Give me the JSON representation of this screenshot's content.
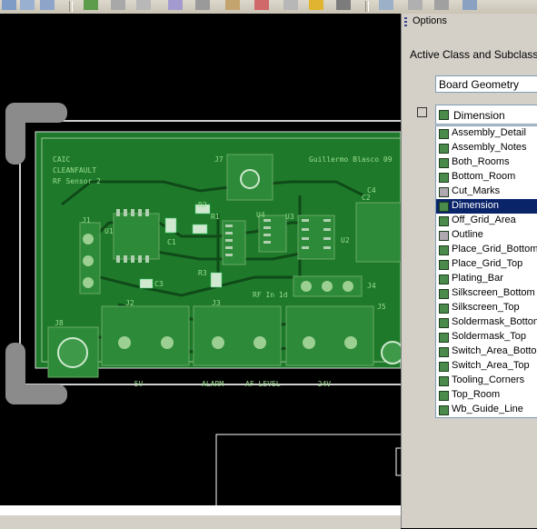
{
  "panel": {
    "title": "Options",
    "active_class_label": "Active Class and Subclass:",
    "class_value": "Board Geometry",
    "subclass_value": "Dimension"
  },
  "subclasses": [
    {
      "label": "Assembly_Detail",
      "swatch": "#4a8a4a"
    },
    {
      "label": "Assembly_Notes",
      "swatch": "#4a8a4a"
    },
    {
      "label": "Both_Rooms",
      "swatch": "#4a8a4a"
    },
    {
      "label": "Bottom_Room",
      "swatch": "#4a8a4a"
    },
    {
      "label": "Cut_Marks",
      "swatch": "#b0a8b0"
    },
    {
      "label": "Dimension",
      "swatch": "#4a8a4a",
      "selected": true
    },
    {
      "label": "Off_Grid_Area",
      "swatch": "#4a8a4a"
    },
    {
      "label": "Outline",
      "swatch": "#b0a8b0"
    },
    {
      "label": "Place_Grid_Bottom",
      "swatch": "#4a8a4a"
    },
    {
      "label": "Place_Grid_Top",
      "swatch": "#4a8a4a"
    },
    {
      "label": "Plating_Bar",
      "swatch": "#4a8a4a"
    },
    {
      "label": "Silkscreen_Bottom",
      "swatch": "#4a8a4a"
    },
    {
      "label": "Silkscreen_Top",
      "swatch": "#4a8a4a"
    },
    {
      "label": "Soldermask_Bottom",
      "swatch": "#4a8a4a"
    },
    {
      "label": "Soldermask_Top",
      "swatch": "#4a8a4a"
    },
    {
      "label": "Switch_Area_Bottom",
      "swatch": "#4a8a4a"
    },
    {
      "label": "Switch_Area_Top",
      "swatch": "#4a8a4a"
    },
    {
      "label": "Tooling_Corners",
      "swatch": "#4a8a4a"
    },
    {
      "label": "Top_Room",
      "swatch": "#4a8a4a"
    },
    {
      "label": "Wb_Guide_Line",
      "swatch": "#4a8a4a"
    }
  ],
  "board": {
    "silk_left": [
      "CAIC",
      "CLEANFAULT",
      "RF Sensor 2"
    ],
    "silk_right": "Guillermo Blasco 09",
    "refdes": [
      "J7",
      "J1",
      "U1",
      "R2",
      "U4",
      "U3",
      "U2",
      "C4",
      "C1",
      "C2",
      "C3",
      "R1",
      "R3",
      "J4",
      "J2",
      "J3",
      "J5",
      "J8",
      "RF In 1d"
    ],
    "bottom_labels": [
      "- 5V -",
      "ALARM",
      "AF LEVEL",
      "- 24V -"
    ]
  },
  "colors": {
    "board_green": "#1e7a2a",
    "trace_green": "#0f4a18",
    "pad_green": "#6aa866",
    "selection_blue": "#0a246a",
    "panel_bg": "#d4d0c8"
  }
}
